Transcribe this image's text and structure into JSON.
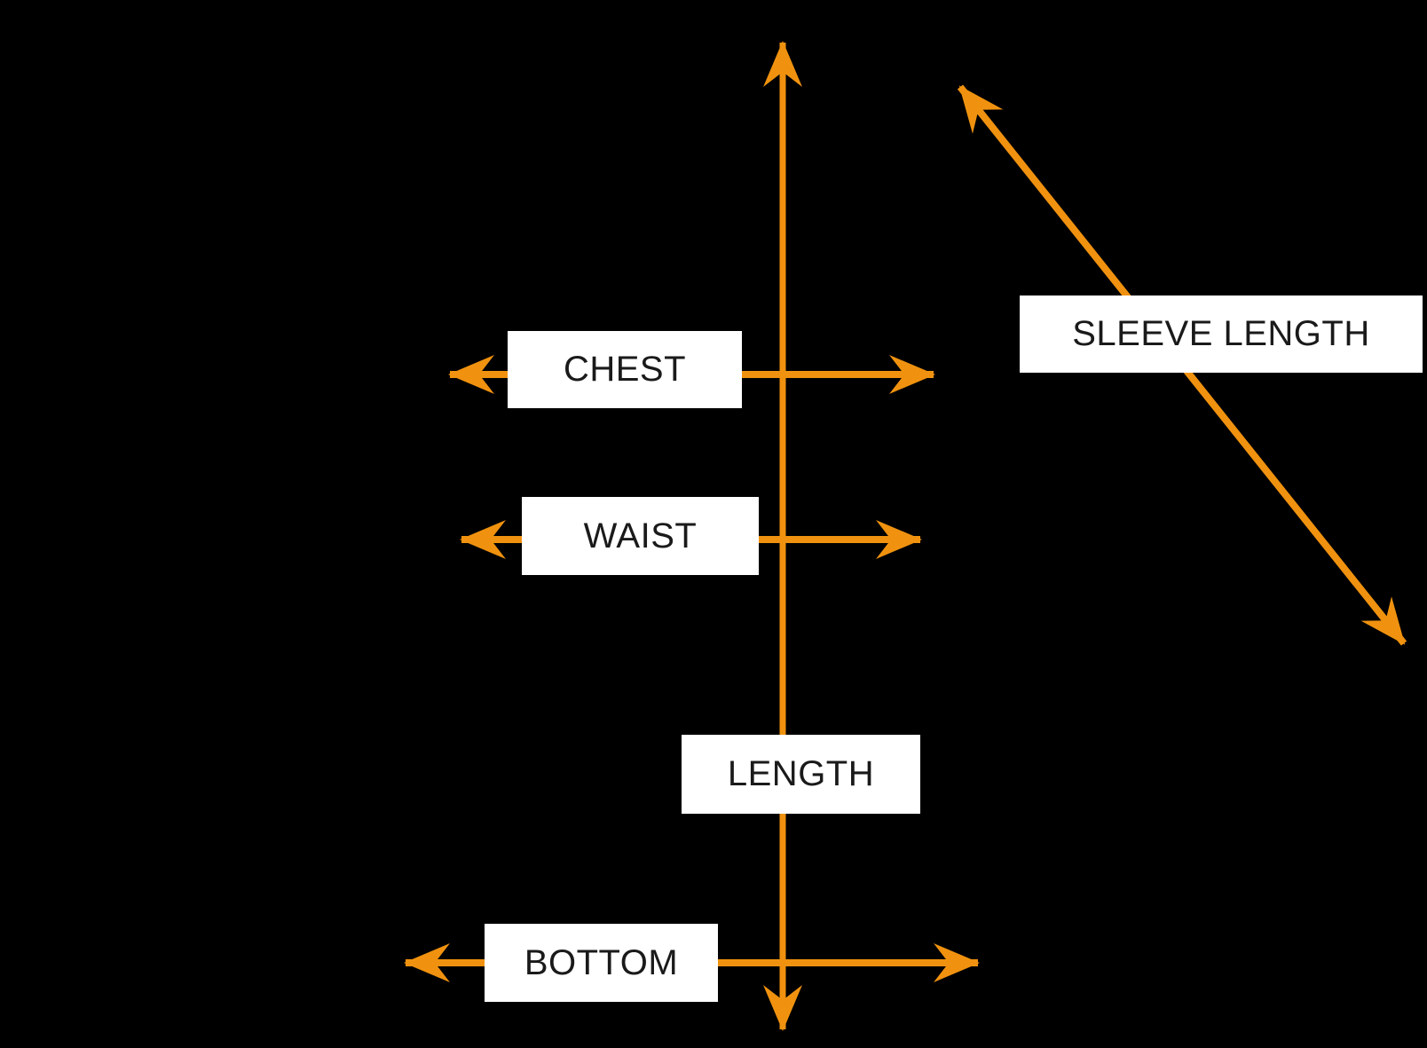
{
  "diagram": {
    "background_color": "#000000",
    "arrow_color": "#F0920F",
    "label_background_color": "#FFFFFF",
    "label_text_color": "#1A1A1A",
    "labels": {
      "chest": "CHEST",
      "waist": "WAIST",
      "length": "LENGTH",
      "bottom": "BOTTOM",
      "sleeve_length": "SLEEVE LENGTH"
    },
    "measurements": [
      {
        "name": "chest",
        "label": "CHEST",
        "arrow_direction": "horizontal"
      },
      {
        "name": "waist",
        "label": "WAIST",
        "arrow_direction": "horizontal"
      },
      {
        "name": "length",
        "label": "LENGTH",
        "arrow_direction": "vertical"
      },
      {
        "name": "bottom",
        "label": "BOTTOM",
        "arrow_direction": "horizontal"
      },
      {
        "name": "sleeve_length",
        "label": "SLEEVE LENGTH",
        "arrow_direction": "diagonal"
      }
    ]
  }
}
